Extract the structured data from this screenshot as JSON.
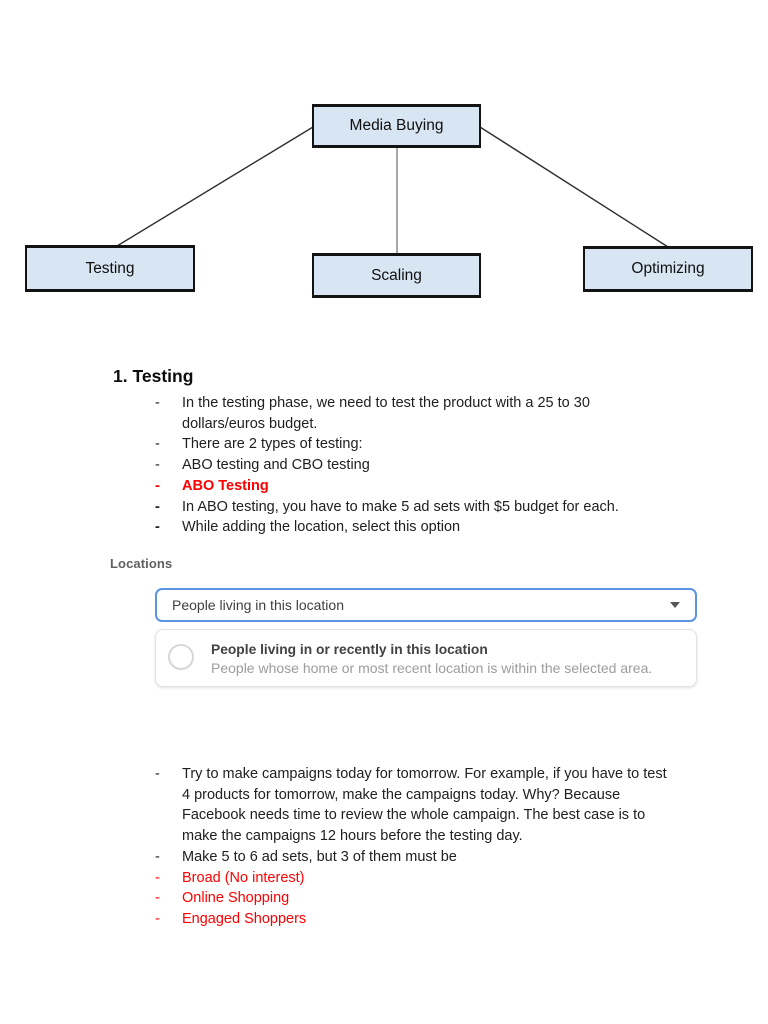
{
  "diagram": {
    "root": {
      "label": "Media Buying"
    },
    "children": [
      {
        "label": "Testing"
      },
      {
        "label": "Scaling"
      },
      {
        "label": "Optimizing"
      }
    ]
  },
  "testing_section": {
    "heading": "1. Testing",
    "bullet_marker": "-",
    "bullets": [
      {
        "text": "In the testing phase, we need to test the product with a 25 to 30 dollars/euros budget."
      },
      {
        "text": "There are 2 types of testing:"
      },
      {
        "text": "ABO testing and CBO testing"
      },
      {
        "text": "ABO Testing"
      },
      {
        "text": "In ABO testing, you have to make 5 ad sets with $5 budget for each."
      },
      {
        "text": "While adding the location, select this option"
      }
    ]
  },
  "locations_widget": {
    "label": "Locations",
    "selected_value": "People living in this location",
    "option_title": "People living in or recently in this location",
    "option_description": "People whose home or most recent location is within the selected area."
  },
  "notes_section": {
    "bullet_marker": "-",
    "bullets": [
      {
        "text": "Try to make campaigns today for tomorrow. For example, if you have to test 4 products for tomorrow, make the campaigns today. Why? Because Facebook needs time to review the whole campaign. The best case is to make the campaigns 12 hours before the testing day."
      },
      {
        "text": "Make 5 to 6 ad sets, but 3 of them must be"
      },
      {
        "text": "Broad (No interest)"
      },
      {
        "text": "Online Shopping"
      },
      {
        "text": "Engaged Shoppers"
      }
    ]
  },
  "colors": {
    "highlight_red": "#ff0000",
    "node_fill": "#d8e5f2",
    "dropdown_border": "#5b94e3"
  }
}
